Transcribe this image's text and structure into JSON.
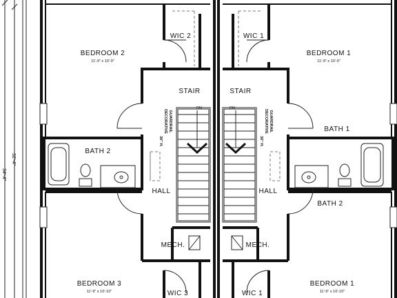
{
  "dimensions": {
    "outer": "34'-4\"",
    "inner": "32'-4\""
  },
  "left_unit": {
    "bedroom_top": {
      "name": "BEDROOM 2",
      "size": "11'-9\" x 10'-9\""
    },
    "wic_top": "WIC 2",
    "stair": "STAIR",
    "stair_dir": "DN",
    "guardrail": [
      "36\" H.",
      "DECORATIVE",
      "GUARDRAIL"
    ],
    "bath": "BATH 2",
    "hall": "HALL",
    "mech": "MECH.",
    "bedroom_bottom": {
      "name": "BEDROOM 3",
      "size": "11'-9\" x 10'-10\""
    },
    "wic_bottom": "WIC 3"
  },
  "right_unit": {
    "bedroom_top": {
      "name": "BEDROOM 1",
      "size": "11'-9\" x 10'-9\""
    },
    "wic_top": "WIC 1",
    "stair": "STAIR",
    "stair_dir": "DN",
    "guardrail": [
      "36\" H.",
      "DECORATIVE",
      "GUARDRAIL"
    ],
    "bath_top": "BATH 1",
    "hall": "HALL",
    "bath_bottom": "BATH 2",
    "mech": "MECH.",
    "bedroom_bottom": {
      "name": "BEDROOM 1",
      "size": "11'-9\" x 10'-10\""
    },
    "wic_bottom": "WIC 1"
  }
}
